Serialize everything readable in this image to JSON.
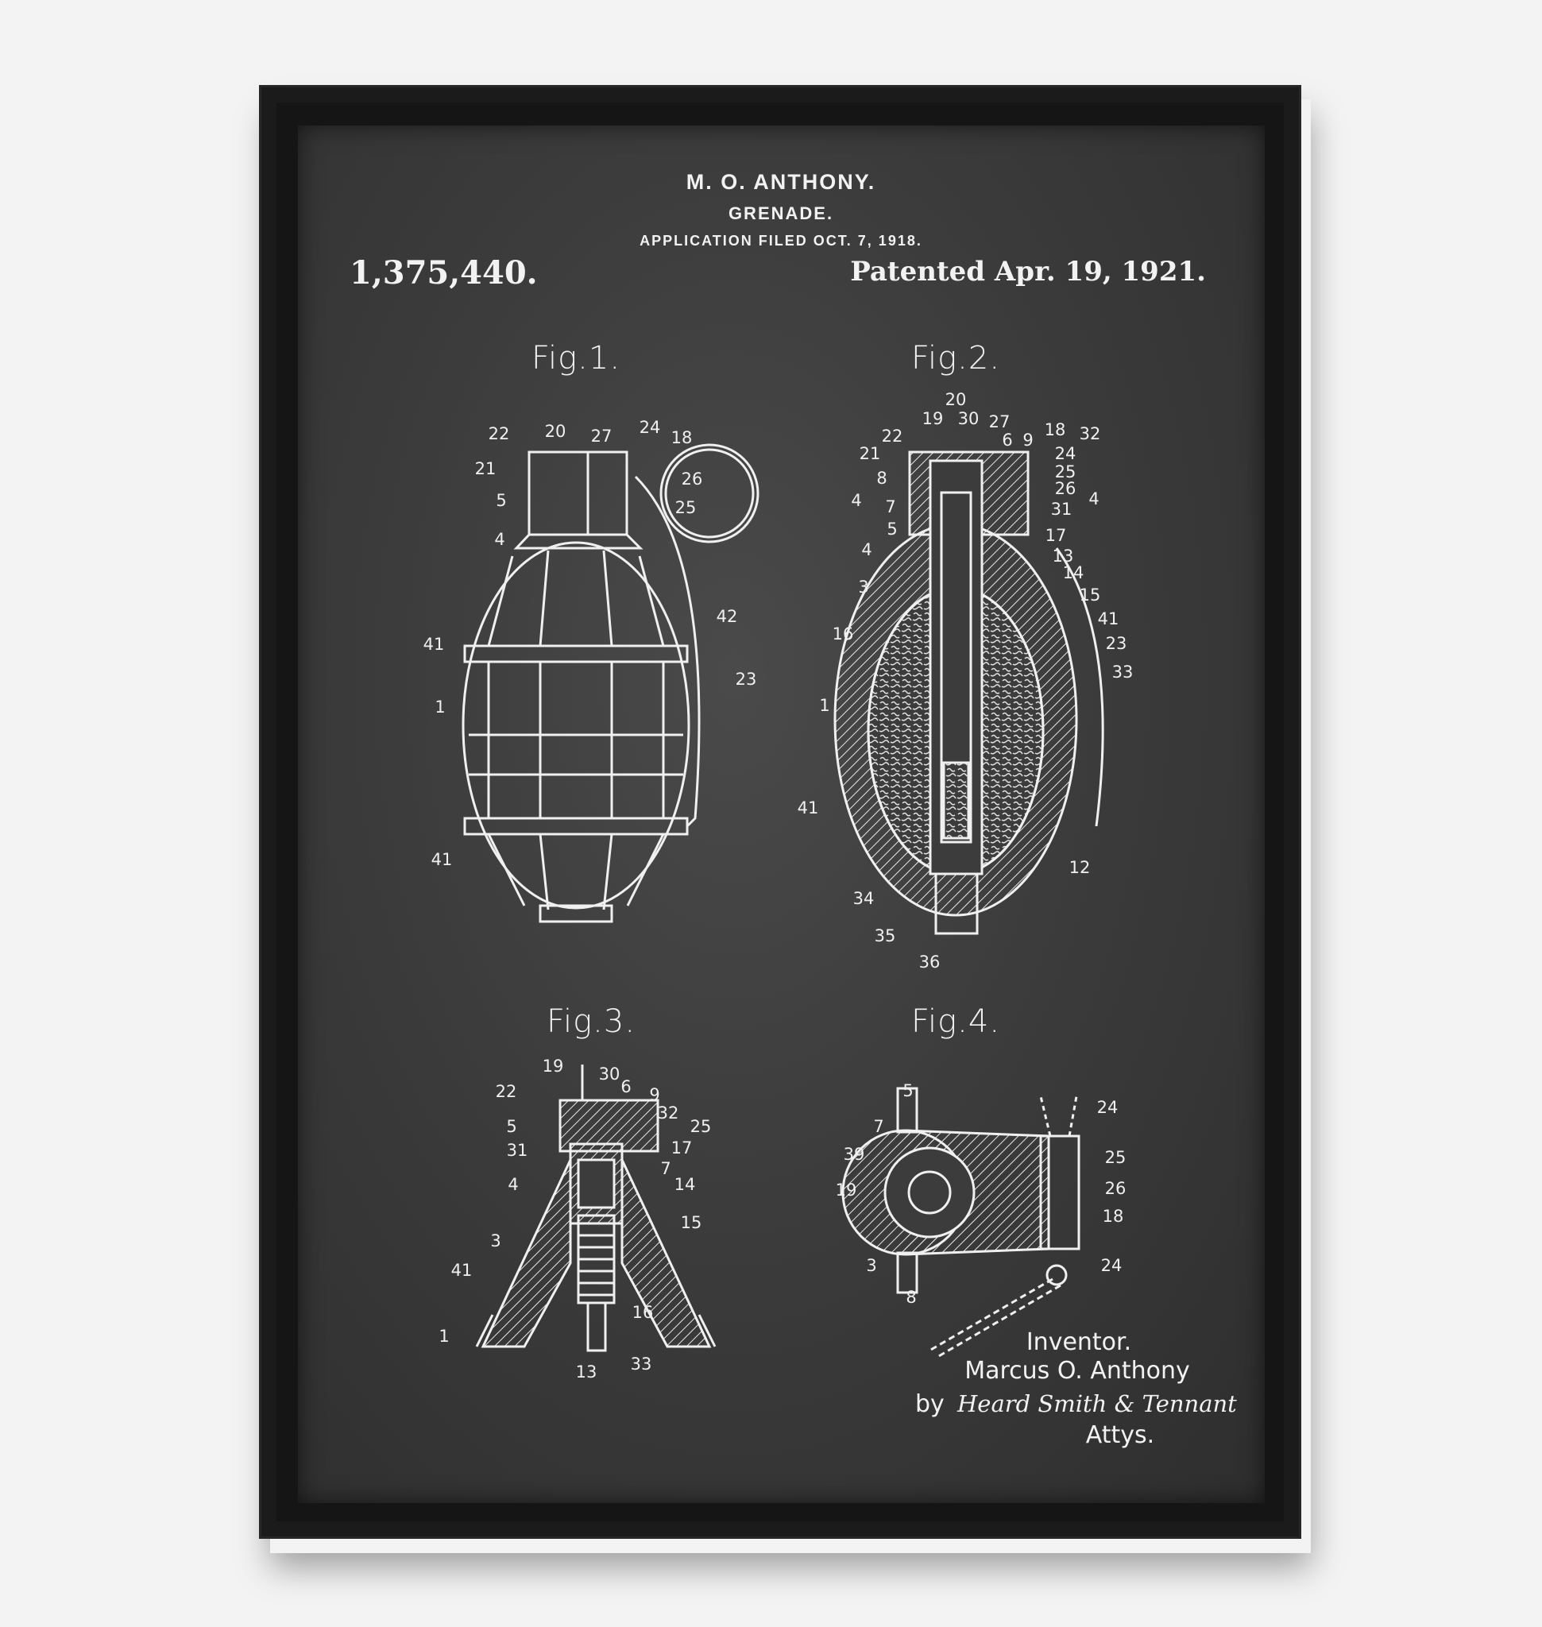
{
  "header": {
    "inventor": "M. O. ANTHONY.",
    "title": "GRENADE.",
    "filed": "APPLICATION FILED OCT. 7, 1918.",
    "patent_number": "1,375,440.",
    "patented": "Patented Apr. 19, 1921."
  },
  "figures": [
    {
      "title": "Fig.1.",
      "labels": [
        "22",
        "20",
        "27",
        "24",
        "18",
        "21",
        "26",
        "5",
        "25",
        "4",
        "42",
        "41",
        "23",
        "1",
        "41"
      ]
    },
    {
      "title": "Fig.2.",
      "labels": [
        "20",
        "19",
        "30",
        "27",
        "6",
        "9",
        "18",
        "32",
        "22",
        "24",
        "21",
        "25",
        "8",
        "26",
        "4",
        "7",
        "4",
        "31",
        "5",
        "17",
        "13",
        "4",
        "14",
        "3",
        "15",
        "41",
        "16",
        "23",
        "33",
        "1",
        "41",
        "12",
        "34",
        "35",
        "36"
      ]
    },
    {
      "title": "Fig.3.",
      "labels": [
        "19",
        "30",
        "6",
        "9",
        "22",
        "32",
        "25",
        "5",
        "31",
        "17",
        "7",
        "4",
        "14",
        "15",
        "3",
        "41",
        "16",
        "1",
        "13",
        "33"
      ]
    },
    {
      "title": "Fig.4.",
      "labels": [
        "5",
        "24",
        "7",
        "39",
        "25",
        "19",
        "26",
        "18",
        "3",
        "24",
        "8"
      ]
    }
  ],
  "signature": {
    "inventor_label": "Inventor.",
    "inventor_name": "Marcus O. Anthony",
    "by": "by",
    "attorneys": "Heard Smith & Tennant",
    "attys": "Attys."
  },
  "colors": {
    "board": "#3c3c3c",
    "frame": "#151515",
    "chalk": "#f2f2f2"
  }
}
